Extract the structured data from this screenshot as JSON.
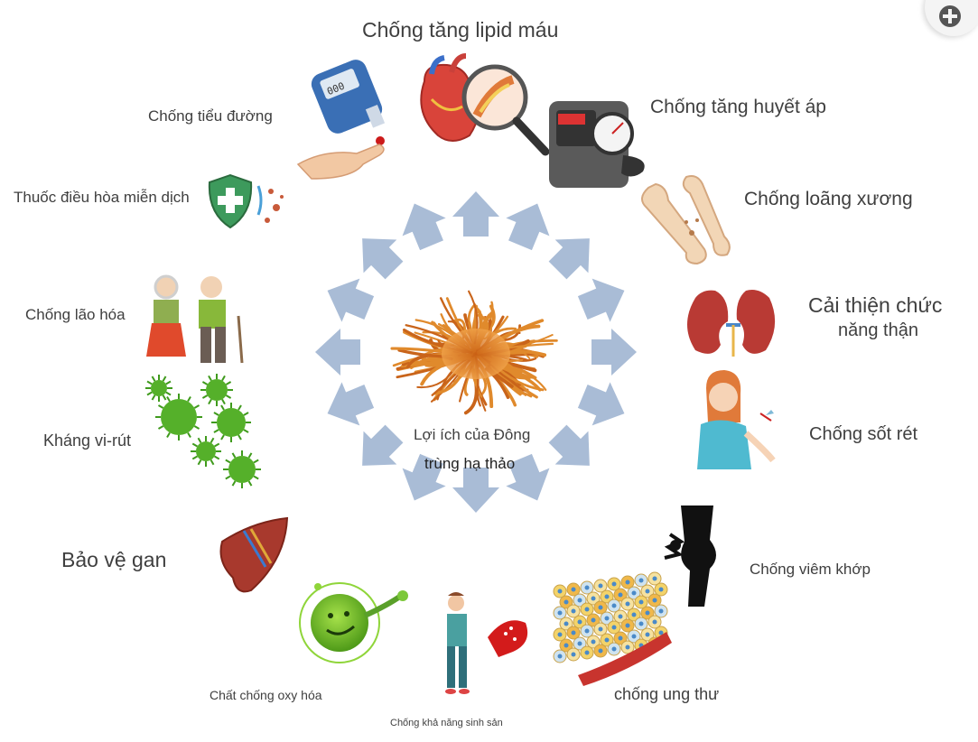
{
  "center": {
    "line1": "Lợi ích của Đông",
    "line2": "trùng hạ thảo"
  },
  "labels": {
    "lipid": "Chống tăng lipid máu",
    "diabetes": "Chống tiểu đường",
    "blood_pressure": "Chống tăng huyết áp",
    "immune": "Thuốc điều hòa miễn dịch",
    "osteoporosis": "Chống loãng xương",
    "kidney_line1": "Cải thiện chức",
    "kidney_line2": "năng thận",
    "aging": "Chống lão hóa",
    "malaria": "Chống sốt rét",
    "antiviral": "Kháng vi-rút",
    "liver": "Bảo vệ gan",
    "arthritis": "Chống viêm khớp",
    "antioxidant": "Chất chống oxy hóa",
    "cancer": "chống ung thư",
    "fertility": "Chống khả năng sinh sản"
  },
  "glucometer_reading": "000",
  "colors": {
    "arrow": "#a9bcd6",
    "cordyceps": "#e08a2c",
    "text": "#3f3f3f"
  },
  "icons": [
    "glucometer-icon",
    "heart-icon",
    "magnifier-icon",
    "blood-pressure-icon",
    "bone-icon",
    "kidney-icon",
    "sick-girl-icon",
    "shield-icon",
    "elderly-couple-icon",
    "virus-icon",
    "liver-icon",
    "knee-joint-icon",
    "antioxidant-icon",
    "man-icon",
    "cancer-cells-icon",
    "zoom-icon"
  ]
}
